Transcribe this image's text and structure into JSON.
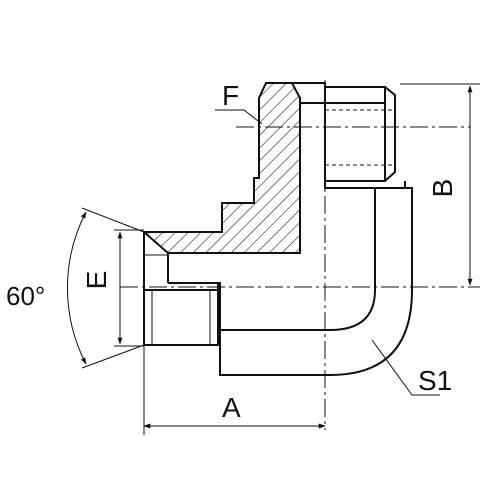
{
  "labels": {
    "f": "F",
    "b": "B",
    "e": "E",
    "angle": "60°",
    "a": "A",
    "s1": "S1"
  },
  "colors": {
    "line": "#111111",
    "background": "#ffffff"
  }
}
